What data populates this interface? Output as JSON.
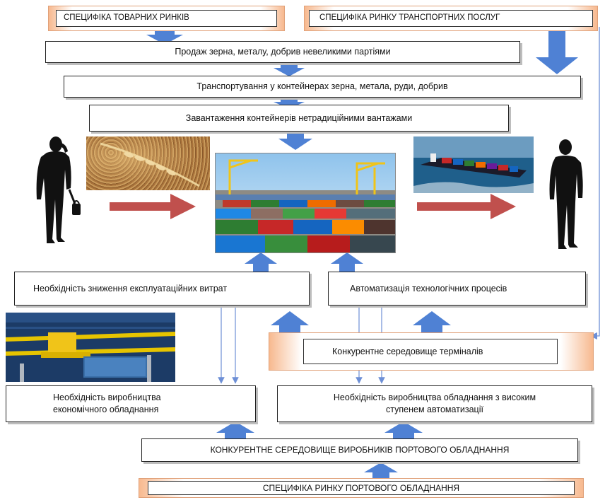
{
  "top": {
    "left_label": "СПЕЦИФІКА ТОВАРНИХ РИНКІВ",
    "right_label": "СПЕЦИФІКА РИНКУ ТРАНСПОРТНИХ ПОСЛУГ"
  },
  "levels": {
    "sale": "Продаж зерна, металу, добрив  невеликими  партіями",
    "transport": "Транспортування у контейнерах зерна, метала, руди, добрив",
    "loading": "Завантаження контейнерів нетрадиційними вантажами"
  },
  "middle": {
    "costs": "Необхідність зниження експлуатаційних витрат",
    "automation": "Автоматизація технологічних процесів",
    "terminals": "Конкурентне середовище терміналів"
  },
  "bottom": {
    "economic_line1": "Необхідність виробництва",
    "economic_line2": "економічного обладнання",
    "automated_line1": "Необхідність виробництва обладнання з високим",
    "automated_line2": "ступенем автоматизації",
    "manufacturers": "КОНКУРЕНТНЕ СЕРЕДОВИЩЕ ВИРОБНИКІВ ПОРТОВОГО ОБЛАДНАННЯ",
    "market": "СПЕЦИФІКА РИНКУ ПОРТОВОГО ОБЛАДНАННЯ"
  },
  "images": {
    "seller": "businessman-phone-silhouette-icon",
    "grain": "wheat-grain-photo",
    "terminal": "container-terminal-photo",
    "ship": "container-ship-photo",
    "buyer": "businessman-silhouette-icon",
    "crane": "gantry-crane-photo"
  },
  "colors": {
    "arrow_blue": "#4f81d4",
    "arrow_red": "#c0504d",
    "orange_accent": "#f7b98f",
    "line_blue": "#6d8fd6"
  }
}
